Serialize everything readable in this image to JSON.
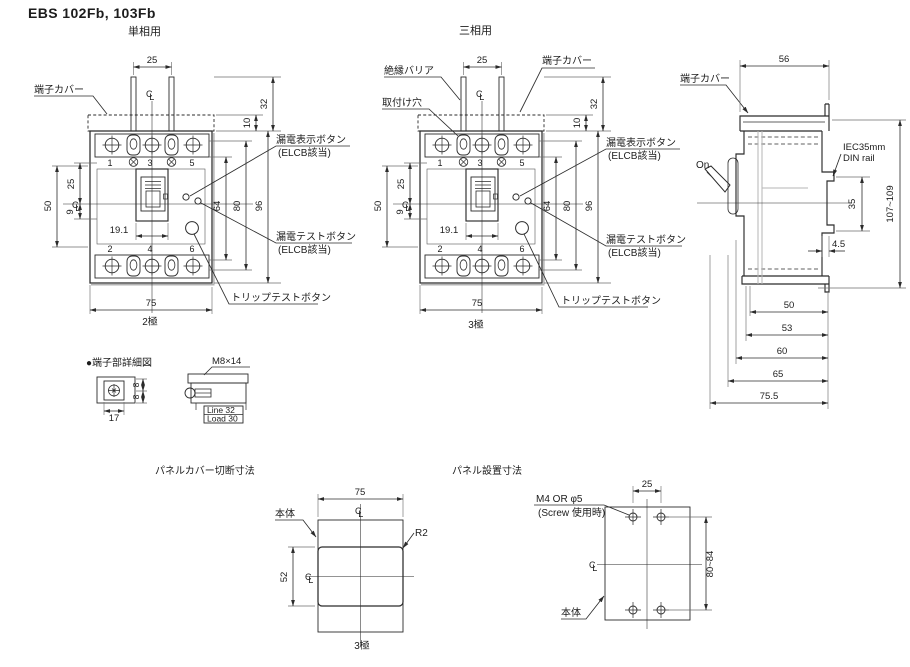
{
  "title": "EBS 102Fb, 103Fb",
  "centerline": {
    "c": "C",
    "l": "L"
  },
  "single_phase": {
    "title": "単相用",
    "poles": "2極",
    "terminals_top": [
      "1",
      "3",
      "5"
    ],
    "terminals_bottom": [
      "2",
      "4",
      "6"
    ],
    "labels": {
      "terminal_cover": "端子カバー",
      "leakage_indicator_button": "漏電表示ボタン",
      "leakage_indicator_note": "(ELCB該当)",
      "leakage_test_button": "漏電テストボタン",
      "leakage_test_note": "(ELCB該当)",
      "trip_test_button": "トリップテストボタン"
    },
    "dims": {
      "barrier_pitch": "25",
      "cover_total": "32",
      "cover_lip": "10",
      "left_50": "50",
      "left_25": "25",
      "left_9": "9",
      "handle_19_1": "19.1",
      "right_64": "64",
      "right_80": "80",
      "right_96": "96",
      "width_75": "75"
    }
  },
  "three_phase": {
    "title": "三相用",
    "poles": "3極",
    "terminals_top": [
      "1",
      "3",
      "5"
    ],
    "terminals_bottom": [
      "2",
      "4",
      "6"
    ],
    "labels": {
      "insulation_barrier": "絶縁バリア",
      "mounting_hole": "取付け穴",
      "terminal_cover": "端子カバー",
      "leakage_indicator_button": "漏電表示ボタン",
      "leakage_indicator_note": "(ELCB該当)",
      "leakage_test_button": "漏電テストボタン",
      "leakage_test_note": "(ELCB該当)",
      "trip_test_button": "トリップテストボタン"
    },
    "dims": {
      "barrier_pitch": "25",
      "cover_total": "32",
      "cover_lip": "10",
      "left_50": "50",
      "left_25": "25",
      "left_9": "9",
      "handle_19_1": "19.1",
      "right_64": "64",
      "right_80": "80",
      "right_96": "96",
      "width_75": "75"
    }
  },
  "side_view": {
    "labels": {
      "terminal_cover": "端子カバー",
      "on": "On",
      "din_rail_line1": "IEC35mm",
      "din_rail_line2": "DIN rail"
    },
    "dims": {
      "depth_56": "56",
      "rail_35": "35",
      "height_range": "107~109",
      "rail_depth": "4.5",
      "d50": "50",
      "d53": "53",
      "d60": "60",
      "d65": "65",
      "d75_5": "75.5"
    }
  },
  "terminal_detail": {
    "title": "●端子部詳細図",
    "screw_label": "M8×14",
    "line_label": "Line 32",
    "load_label": "Load 30",
    "dims": {
      "width_17": "17",
      "upper_8": "8",
      "lower_8": "8"
    }
  },
  "panel_cutout": {
    "title": "パネルカバー切断寸法",
    "labels": {
      "body": "本体",
      "corner_radius": "R2"
    },
    "poles": "3極",
    "dims": {
      "width_75": "75",
      "height_52": "52"
    }
  },
  "panel_mount": {
    "title": "パネル設置寸法",
    "labels": {
      "screw": "M4 OR φ5",
      "screw_note": "(Screw 使用時)",
      "body": "本体"
    },
    "dims": {
      "pitch_x": "25",
      "pitch_y": "80~84"
    }
  }
}
